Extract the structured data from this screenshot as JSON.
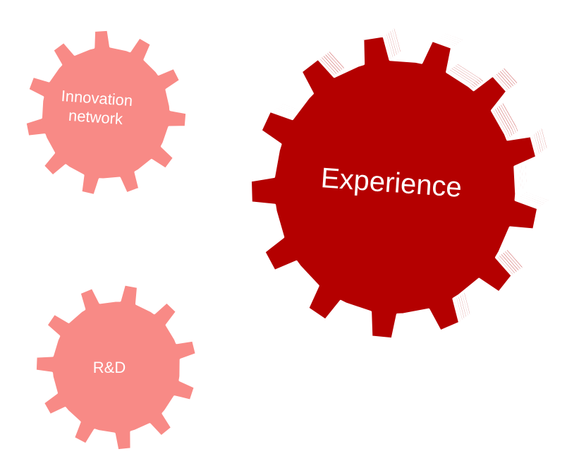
{
  "gears": [
    {
      "id": "innovation",
      "name": "gear-innovation-network",
      "label_lines": [
        "Innovation",
        "network"
      ],
      "color": "#f88a86",
      "edge_color": "#f88a86"
    },
    {
      "id": "rnd",
      "name": "gear-r-and-d",
      "label_lines": [
        "R&D"
      ],
      "color": "#f88a86",
      "edge_color": "#f88a86"
    },
    {
      "id": "experience",
      "name": "gear-experience",
      "label_lines": [
        "Experience"
      ],
      "color": "#b40000",
      "edge_color": "#b40000"
    }
  ],
  "colors": {
    "background": "#ffffff",
    "highlight": "#ffffff"
  }
}
